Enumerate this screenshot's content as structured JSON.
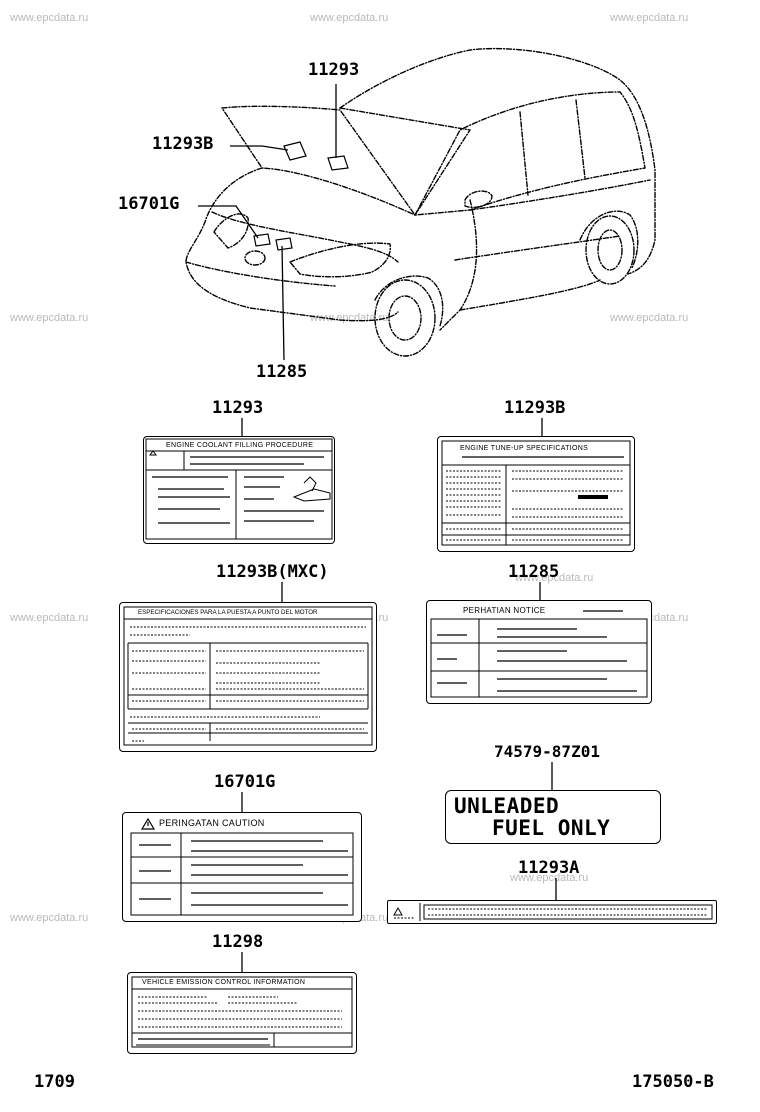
{
  "watermark": "www.epcdata.ru",
  "callouts": {
    "hood_label": "11293",
    "hood_label_b": "11293B",
    "caution_label": "16701G",
    "notice_label": "11285"
  },
  "labels": {
    "l11293": {
      "part_number": "11293",
      "title": "ENGINE COOLANT FILLING PROCEDURE"
    },
    "l11293b": {
      "part_number": "11293B",
      "title": "ENGINE TUNE-UP SPECIFICATIONS"
    },
    "l11293b_mxc": {
      "part_number": "11293B(MXC)",
      "title": "ESPECIFICACIONES PARA LA PUESTA A PUNTO DEL MOTOR"
    },
    "l11285": {
      "part_number": "11285",
      "title": "PERHATIAN  NOTICE"
    },
    "l74579": {
      "part_number": "74579-87Z01",
      "line1": "UNLEADED",
      "line2": "FUEL ONLY"
    },
    "l16701g": {
      "part_number": "16701G",
      "title": "PERINGATAN CAUTION"
    },
    "l11293a": {
      "part_number": "11293A"
    },
    "l11298": {
      "part_number": "11298",
      "title": "VEHICLE EMISSION CONTROL INFORMATION"
    }
  },
  "footer": {
    "page": "1709",
    "code": "175050-B"
  }
}
